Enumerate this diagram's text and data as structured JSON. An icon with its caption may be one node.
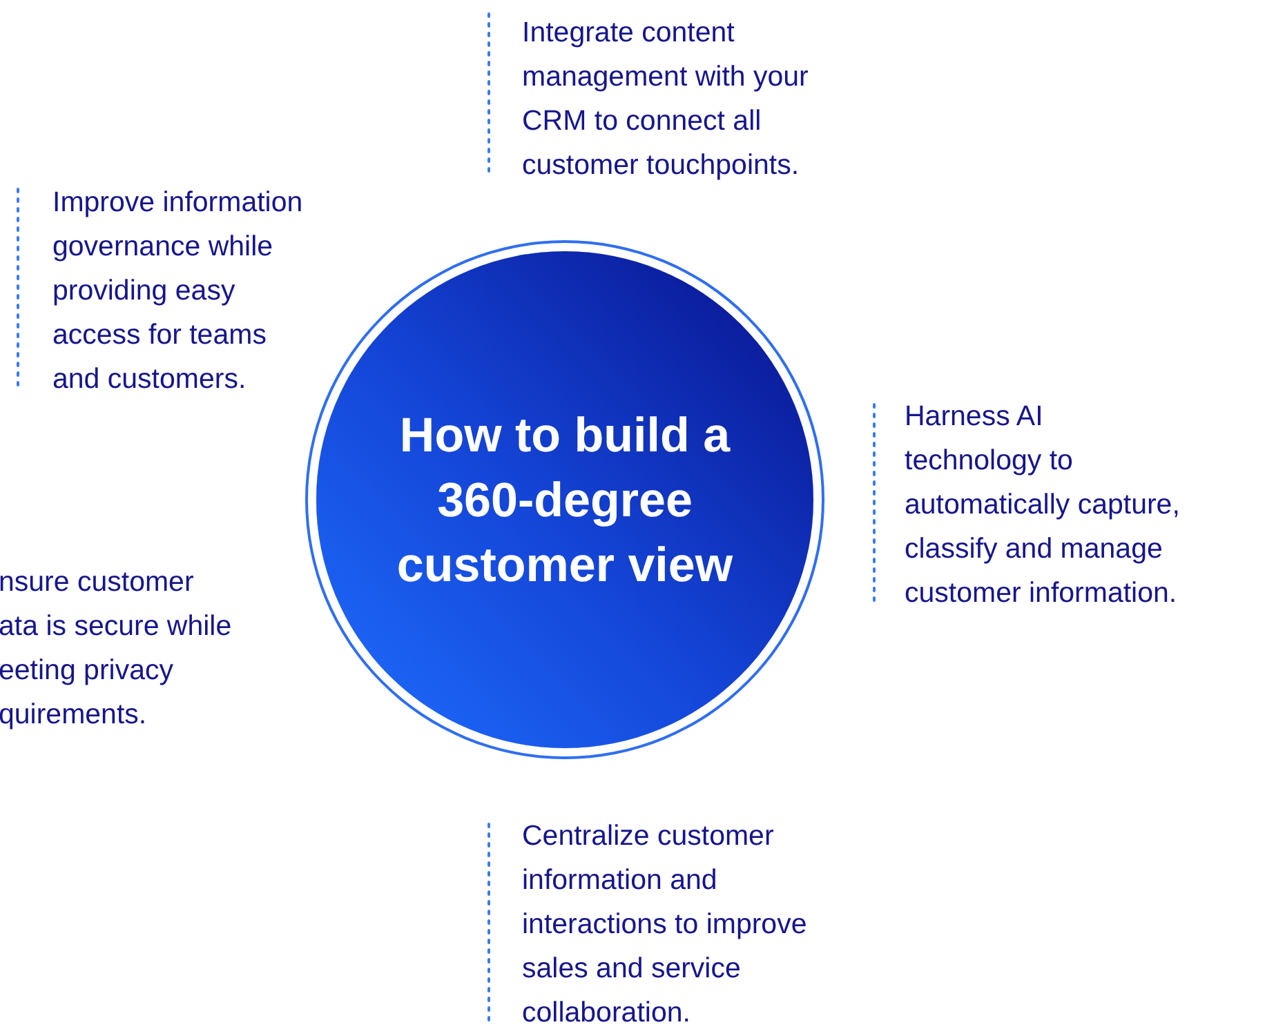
{
  "diagram": {
    "nodes": [
      {
        "text": [
          "How to build a 360-degree customer view"
        ]
      }
    ],
    "labels": [
      "Integrate content management with your CRM to connect all customer touchpoints.",
      "Improve information governance while providing easy access for teams and customers.",
      "Harness AI technology to automatically capture, classify and manage customer information.",
      "nsure customer ata is secure while eeting privacy quirements.",
      "Centralize customer information and interactions to improve sales and service collaboration."
    ]
  }
}
